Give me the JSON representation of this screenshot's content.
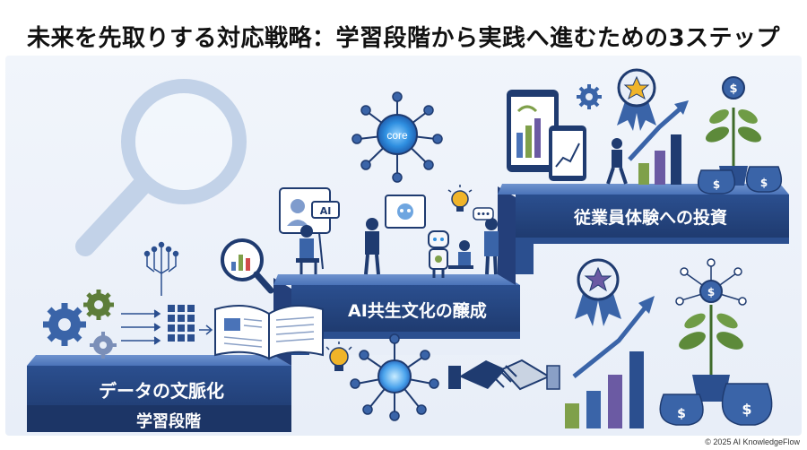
{
  "title": "未来を先取りする対応戦略：学習段階から実践へ進むための3ステップ",
  "steps": [
    {
      "label": "データの文脈化"
    },
    {
      "label": "AI共生文化の醸成"
    },
    {
      "label": "従業員体験への投資"
    }
  ],
  "base_label": "学習段階",
  "core_label": "core",
  "ai_label": "AI",
  "copyright": "© 2025 AI KnowledgeFlow",
  "colors": {
    "navy": "#1f3b70",
    "blue": "#3a64a8",
    "steel": "#4a73b8",
    "green": "#7fa04a",
    "purple": "#6b5aa3",
    "gold": "#f0b429"
  },
  "icons": [
    "magnifier-icon",
    "gear-icon",
    "circuit-icon",
    "data-grid-icon",
    "open-book-icon",
    "chart-magnifier-icon",
    "core-network-icon",
    "people-team-icon",
    "robot-icon",
    "tablet-chart-icon",
    "award-medal-icon",
    "growth-chart-icon",
    "money-plant-icon",
    "money-bag-icon",
    "handshake-icon",
    "lightbulb-icon",
    "network-icon"
  ]
}
